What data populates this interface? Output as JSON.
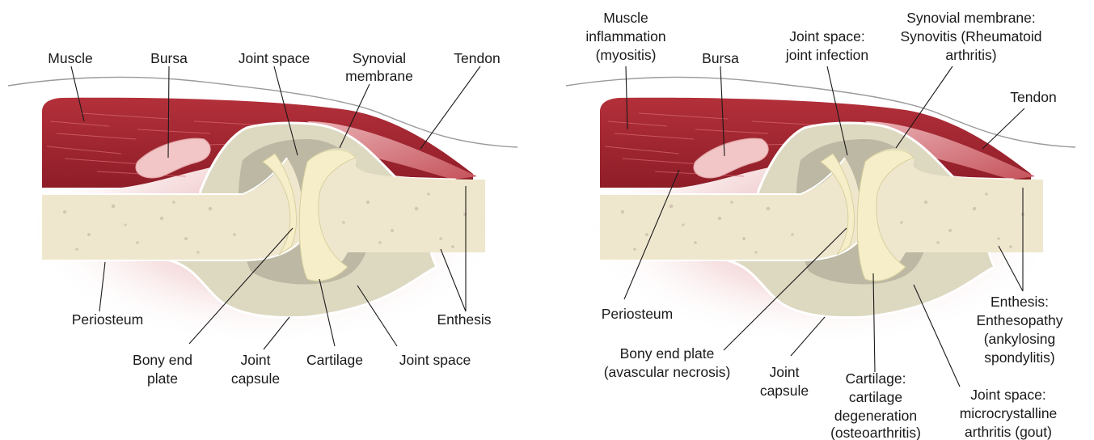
{
  "left_panel": {
    "labels": {
      "muscle": "Muscle",
      "bursa": "Bursa",
      "joint_space_top": "Joint space",
      "synovial_1": "Synovial",
      "synovial_2": "membrane",
      "tendon": "Tendon",
      "periosteum": "Periosteum",
      "enthesis": "Enthesis",
      "bony_1": "Bony end",
      "bony_2": "plate",
      "capsule_1": "Joint",
      "capsule_2": "capsule",
      "cartilage": "Cartilage",
      "joint_space_bottom": "Joint space"
    }
  },
  "right_panel": {
    "labels": {
      "muscle_1": "Muscle",
      "muscle_2": "inflammation",
      "muscle_3": "(myositis)",
      "bursa": "Bursa",
      "joint_space_1": "Joint space:",
      "joint_space_2": "joint infection",
      "synovial_1": "Synovial membrane:",
      "synovial_2": "Synovitis (Rheumatoid",
      "synovial_3": "arthritis)",
      "tendon": "Tendon",
      "periosteum": "Periosteum",
      "enthesis_1": "Enthesis:",
      "enthesis_2": "Enthesopathy",
      "enthesis_3": "(ankylosing",
      "enthesis_4": "spondylitis)",
      "bony_1": "Bony end plate",
      "bony_2": "(avascular necrosis)",
      "capsule_1": "Joint",
      "capsule_2": "capsule",
      "cartilage_1": "Cartilage:",
      "cartilage_2": "cartilage",
      "cartilage_3": "degeneration",
      "cartilage_4": "(osteoarthritis)",
      "crystal_1": "Joint space:",
      "crystal_2": "microcrystalline",
      "crystal_3": "arthritis (gout)"
    }
  }
}
